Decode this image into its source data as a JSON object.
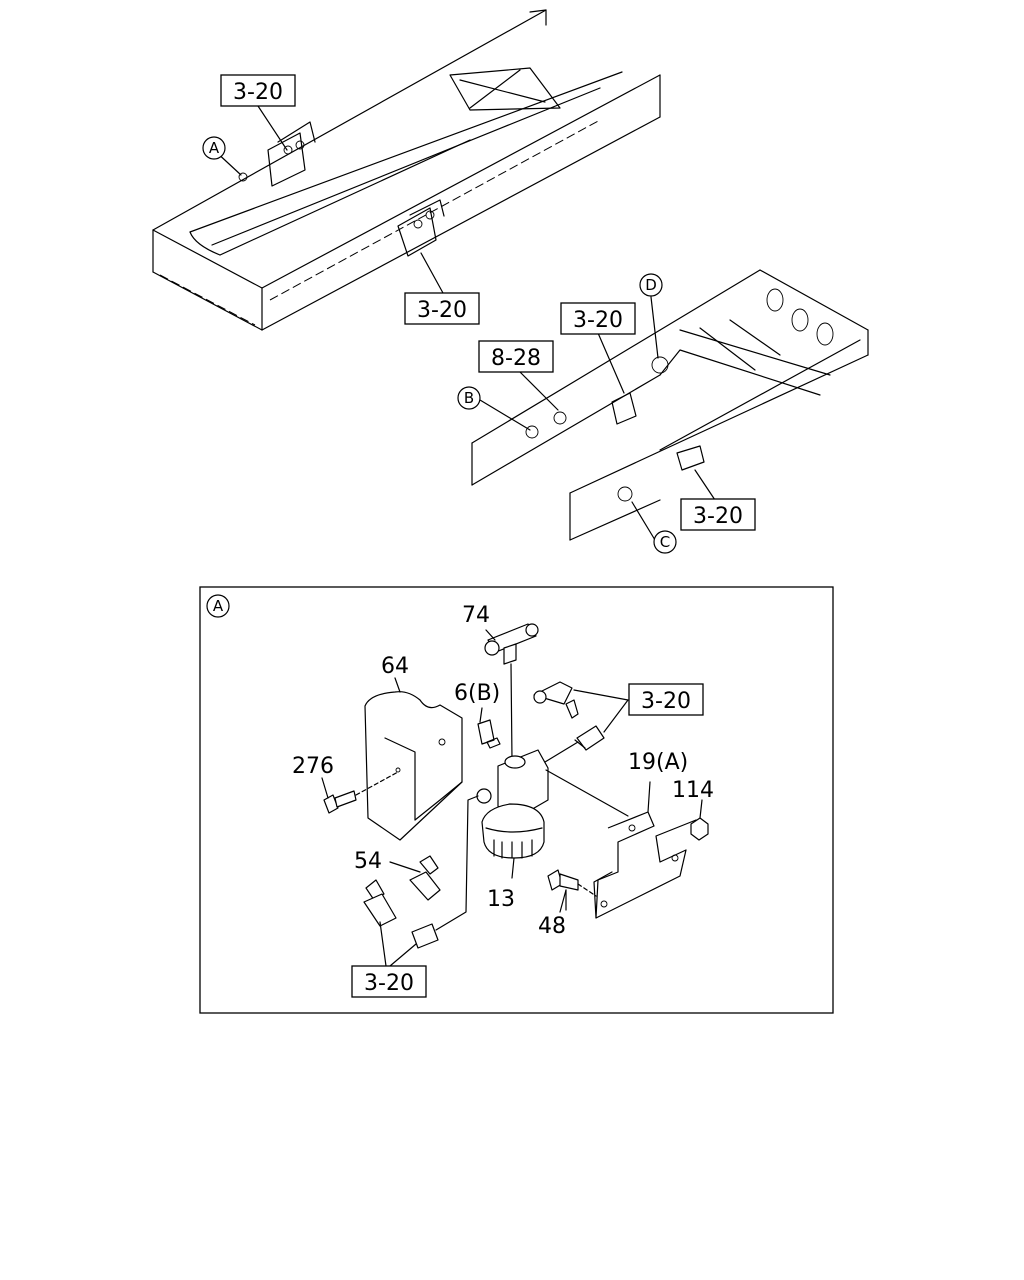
{
  "refs": {
    "r1": "3-20",
    "r2": "3-20",
    "r3": "3-20",
    "r4": "8-28",
    "r5": "3-20",
    "r6": "3-20",
    "r7": "3-20"
  },
  "callouts": {
    "a_top": "A",
    "b": "B",
    "c": "C",
    "d": "D",
    "a_detail": "A"
  },
  "parts": {
    "p74": "74",
    "p64": "64",
    "p6": "6(B)",
    "p276": "276",
    "p19": "19(A)",
    "p114": "114",
    "p54": "54",
    "p13": "13",
    "p48": "48"
  }
}
